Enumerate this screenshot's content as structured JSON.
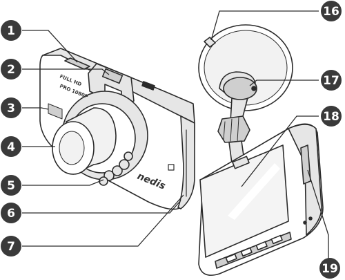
{
  "colors": {
    "outline": "#2b2b2b",
    "body_fill": "#ffffff",
    "shade": "#e6e6e6",
    "shade_dark": "#cfcfcf",
    "callout_fill": "#3a3a3a",
    "callout_text": "#ffffff"
  },
  "camera": {
    "brand": "nedis",
    "model_text_1": "FULL HD",
    "model_text_2": "PRO 1080P"
  },
  "callouts": [
    {
      "label": "1"
    },
    {
      "label": "2"
    },
    {
      "label": "3"
    },
    {
      "label": "4"
    },
    {
      "label": "5"
    },
    {
      "label": "6"
    },
    {
      "label": "7"
    },
    {
      "label": "16"
    },
    {
      "label": "17"
    },
    {
      "label": "18"
    },
    {
      "label": "19"
    }
  ]
}
